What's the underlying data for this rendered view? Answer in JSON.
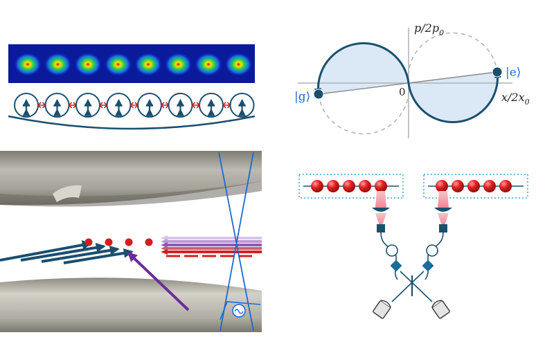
{
  "panels": {
    "ion_chain_image": {
      "ion_count": 8,
      "colormap": "jet"
    },
    "phonon_cartoon": {
      "ion_count": 8
    },
    "trap_schematic": {
      "ion_count": 4
    },
    "phase_space": {
      "y_axis_label": "p/2p",
      "y_axis_sub": "0",
      "x_axis_label": "x/2x",
      "x_axis_sub": "0",
      "origin_label": "0",
      "state_g": "|g⟩",
      "state_e": "|e⟩"
    },
    "network": {
      "ions_per_node": 5
    }
  },
  "colors": {
    "navy": "#1a4f6e",
    "ion_red": "#d41e1e",
    "light_blue_fill": "#dbe8f5",
    "dashed_gray": "#b5b5b5",
    "frame_blue": "#3aa0c8",
    "laser_purple": "#6a2c9a",
    "electrode_gray": "#a9a69c",
    "fiber_pink": "#f2a0a8"
  }
}
